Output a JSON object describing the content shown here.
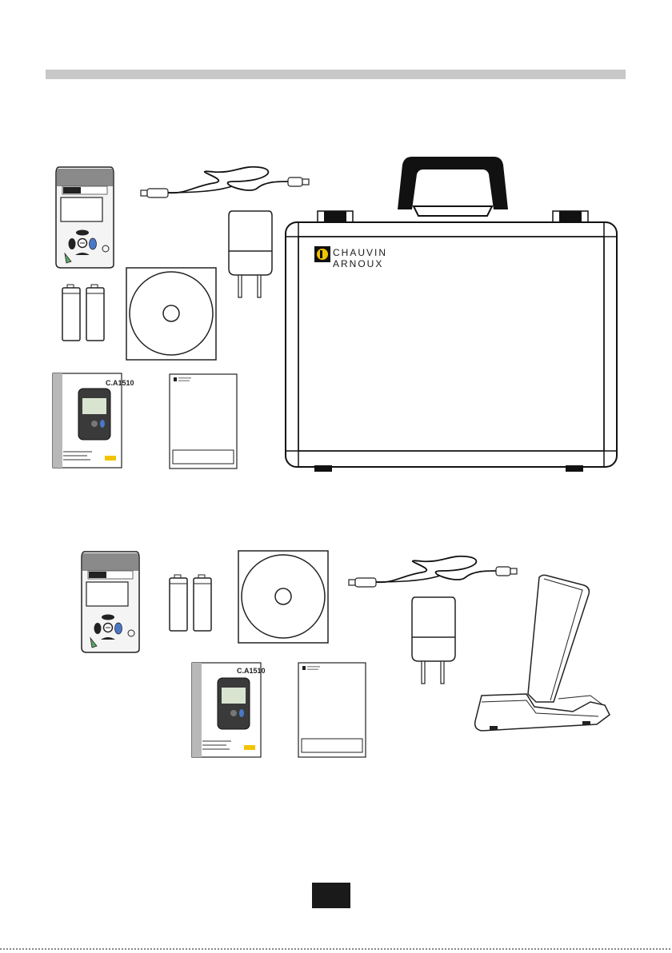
{
  "brand": {
    "line1": "CHAUVIN",
    "line2": "ARNOUX"
  },
  "manual": {
    "model": "C.A1510"
  },
  "colors": {
    "rule": "#c8c8c8",
    "ink": "#1a1a1a",
    "brand_yellow": "#f2c400",
    "button_blue": "#4a78c8",
    "button_green": "#5aa860"
  },
  "icons": [
    "usb-cable-icon",
    "power-adapter-icon",
    "battery-icon",
    "cd-icon",
    "carrying-case-icon",
    "instrument-icon",
    "manual-icon",
    "safety-sheet-icon",
    "stand-icon"
  ]
}
